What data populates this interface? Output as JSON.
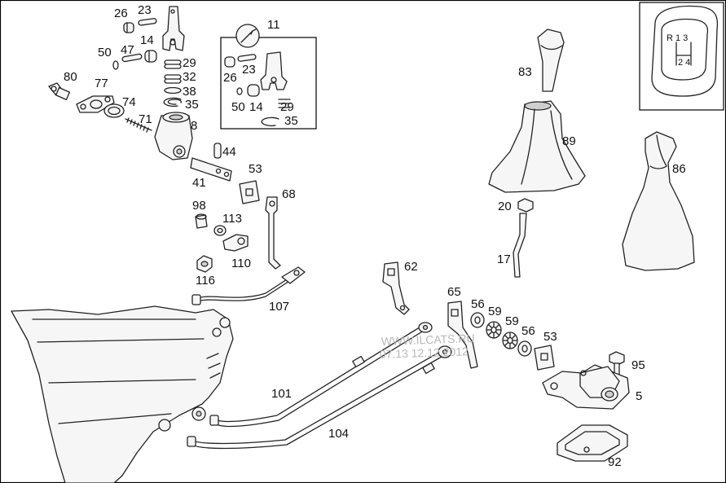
{
  "diagram": {
    "labels": {
      "p26": "26",
      "p23": "23",
      "p50": "50",
      "p47": "47",
      "p14": "14",
      "p29": "29",
      "p32": "32",
      "p38": "38",
      "p35": "35",
      "p80": "80",
      "p77": "77",
      "p74": "74",
      "p71": "71",
      "p8": "8",
      "p11": "11",
      "b23": "23",
      "b26": "26",
      "b50": "50",
      "b14": "14",
      "b29": "29",
      "b35": "35",
      "p44": "44",
      "p41": "41",
      "p53a": "53",
      "p68": "68",
      "p98": "98",
      "p113": "113",
      "p110": "110",
      "p116": "116",
      "p107": "107",
      "p62": "62",
      "p65": "65",
      "p56a": "56",
      "p59a": "59",
      "p59b": "59",
      "p56b": "56",
      "p53b": "53",
      "p95": "95",
      "p5": "5",
      "p101": "101",
      "p104": "104",
      "p92": "92",
      "p83": "83",
      "p89": "89",
      "p86": "86",
      "p20": "20",
      "p17": "17"
    },
    "watermark": {
      "line1": "WWW.ILCATS.RU",
      "line2": "07.13 12.12.2012"
    },
    "shift_pattern": {
      "top": "R 1 3",
      "bottom": "2 4"
    }
  }
}
